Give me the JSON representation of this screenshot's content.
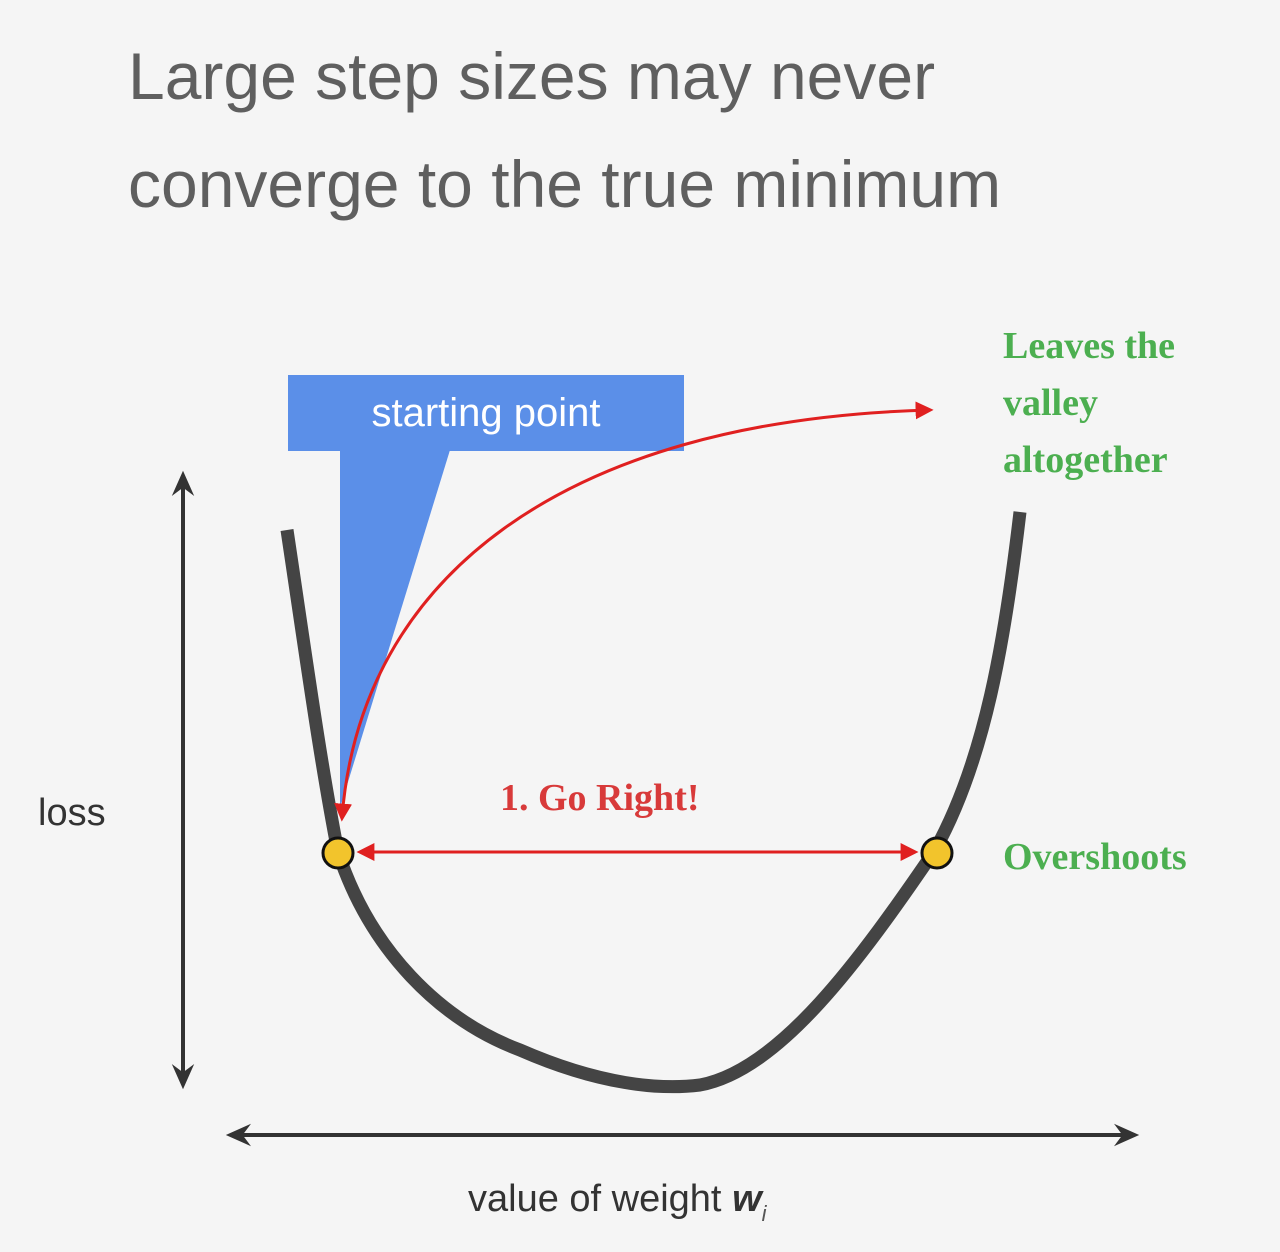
{
  "title": {
    "line1": "Large step sizes may never",
    "line2": "converge to the true minimum"
  },
  "callout": {
    "label": "starting point",
    "color": "#5b8fe8"
  },
  "annotations": {
    "leaves_line1": "Leaves the",
    "leaves_line2": "valley",
    "leaves_line3": "altogether",
    "overshoots": "Overshoots",
    "go_right": "1. Go Right!"
  },
  "axes": {
    "y_label": "loss",
    "x_label_prefix": "value of weight ",
    "x_label_var": "w",
    "x_label_sub": "i"
  },
  "colors": {
    "curve": "#444444",
    "arrow_red": "#e02020",
    "label_red": "#d83a3a",
    "label_green": "#4caf50",
    "point_fill": "#f2c42c",
    "background": "#f5f5f5"
  }
}
